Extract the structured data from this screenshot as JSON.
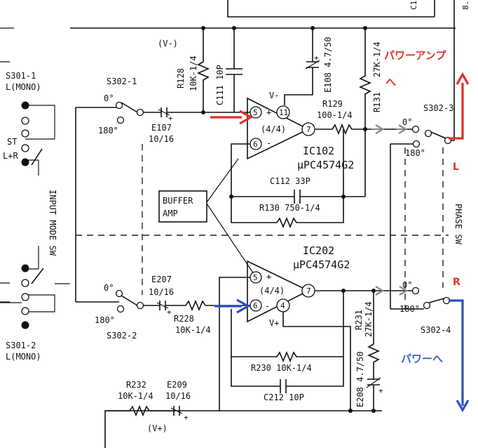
{
  "labels": {
    "c1": "C1",
    "corner": "8.",
    "vminus": "(V-)",
    "vplus": "(V+)",
    "s301_1": "S301-1",
    "s301_1_mode": "L(MONO)",
    "st": "ST",
    "lr": "L+R",
    "input_mode_sw": "INPUT MODE SW",
    "s301_2": "S301-2",
    "s301_2_mode": "L(MONO)",
    "s302_1": "S302-1",
    "s302_2": "S302-2",
    "s302_3": "S302-3",
    "s302_4": "S302-4",
    "deg0_a": "0°",
    "deg180_a": "180°",
    "deg0_b": "0°",
    "deg180_b": "180°",
    "deg0_c": "0°",
    "deg180_c": "180°",
    "deg0_d": "0°",
    "deg180_d": "180°",
    "r128": "R128",
    "r128_v": "10K-1/4",
    "c111": "C111 10P",
    "e107": "E107",
    "e107_v": "10/16",
    "e108": "E108 4.7/50",
    "r129": "R129",
    "r129_v": "100-1/4",
    "r131": "R131",
    "r131_v": "27K-1/4",
    "ic102": "IC102",
    "ic102_part": "μPC4574G2",
    "c112": "C112 33P",
    "r130": "R130 750-1/4",
    "buffer_1": "BUFFER",
    "buffer_2": "AMP",
    "phase_sw": "PHASE SW",
    "ic202": "IC202",
    "ic202_part": "μPC4574G2",
    "e207": "E207",
    "e207_v": "10/16",
    "r228": "R228",
    "r228_v": "10K-1/4",
    "r231": "R231",
    "r231_v": "27K-1/4",
    "e208": "E208 4.7/50",
    "r230": "R230 10K-1/4",
    "c212": "C212 10P",
    "r232": "R232",
    "r232_v": "10K-1/4",
    "e209": "E209",
    "e209_v": "10/16",
    "pin5_top": "5",
    "pin11": "11",
    "pin7_top": "7",
    "pin6_top": "6",
    "frac_top": "(4/4)",
    "plus_top": "+",
    "minus_top": "-",
    "vminus_pin": "V-",
    "pin5_bot": "5",
    "pin6_bot": "6",
    "pin4": "4",
    "pin7_bot": "7",
    "frac_bot": "(4/4)",
    "plus_bot": "+",
    "minus_bot": "-",
    "vplus_pin": "V+",
    "e_plus1": "+",
    "e_plus2": "+",
    "e_plus3": "+",
    "e_plus4": "+",
    "e_plus5": "+",
    "ch_l": "L",
    "ch_r": "R"
  },
  "annotations": {
    "power_amp_1": "パワーアンプ",
    "power_amp_2": "へ",
    "power_to": "パワーへ"
  },
  "colors": {
    "annotation_red": "#e0302a",
    "annotation_blue": "#3a5fc8",
    "line": "#111111"
  }
}
